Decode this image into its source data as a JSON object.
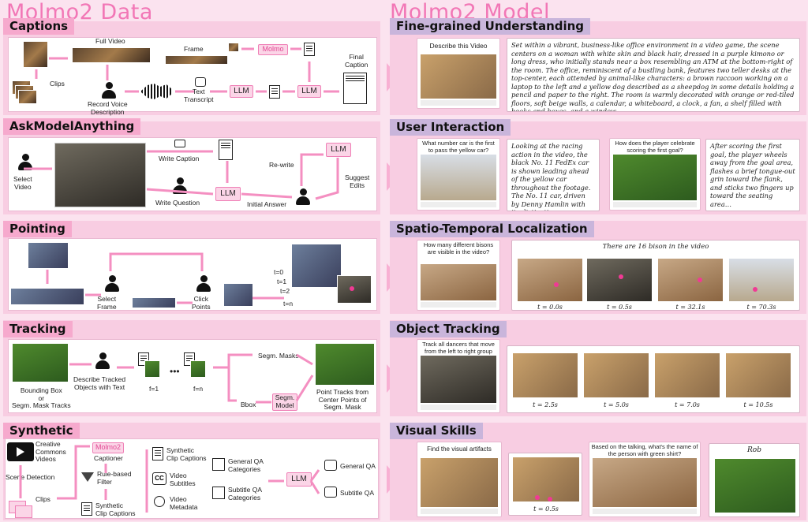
{
  "left_title": "Molmo2 Data",
  "right_title": "Molmo2 Model",
  "captions": {
    "title": "Captions",
    "full_video": "Full Video",
    "frame": "Frame",
    "molmo": "Molmo",
    "clips": "Clips",
    "record": "Record Voice\nDescription",
    "text_transcript": "Text\nTranscript",
    "llm": "LLM",
    "final_caption": "Final\nCaption"
  },
  "askmodel": {
    "title": "AskModelAnything",
    "select_video": "Select\nVideo",
    "write_caption": "Write Caption",
    "write_question": "Write Question",
    "llm": "LLM",
    "rewrite": "Re-write",
    "llm2": "LLM",
    "initial_answer": "Initial Answer",
    "suggest_edits": "Suggest\nEdits"
  },
  "pointing": {
    "title": "Pointing",
    "select_frame": "Select\nFrame",
    "click_points": "Click\nPoints",
    "t0": "t=0",
    "t1": "t=1",
    "t2": "t=2",
    "tn": "t=n"
  },
  "tracking": {
    "title": "Tracking",
    "bbox": "Bounding Box\nor\nSegm. Mask Tracks",
    "describe": "Describe Tracked\nObjects with Text",
    "f1": "f=1",
    "fn": "f=n",
    "dots": "•••",
    "segm_masks": "Segm. Masks",
    "bbox2": "Bbox",
    "segm_model": "Segm.\nModel",
    "point_tracks": "Point Tracks from\nCenter Points of\nSegm. Mask"
  },
  "synthetic": {
    "title": "Synthetic",
    "cc_videos": "Creative\nCommons\nVideos",
    "scene_detection": "Scene Detection",
    "clips": "Clips",
    "molmo2": "Molmo2",
    "captioner": "Captioner",
    "rule_filter": "Rule-based\nFilter",
    "synth_clip_captions": "Synthetic\nClip Captions",
    "synth_clip_captions2": "Synthetic\nClip Captions",
    "video_subtitles": "Video\nSubtitles",
    "video_metadata": "Video\nMetadata",
    "general_qa_cat": "General QA\nCategories",
    "subtitle_qa_cat": "Subtitle QA\nCategories",
    "llm": "LLM",
    "general_qa": "General QA",
    "subtitle_qa": "Subtitle QA",
    "icon_cc": "CC"
  },
  "fine": {
    "title": "Fine-grained Understanding",
    "prompt": "Describe this Video",
    "answer": "Set within a vibrant, business-like office environment in a video game, the scene centers on a woman with white skin and black hair, dressed in a purple kimono or long dress, who initially stands near a box resembling an ATM at the bottom-right of the room. The office, reminiscent of a bustling bank, features two teller desks at the top-center, each attended by animal-like characters: a brown raccoon working on a laptop to the left and a yellow dog described as a sheepdog in some details holding a pencil and paper to the right. The room is warmly decorated with orange or red-tiled floors, soft beige walls, a calendar, a whiteboard, a clock, a fan, a shelf filled with books and boxes, and a window…"
  },
  "user": {
    "title": "User Interaction",
    "q1": "What number car is the first to pass the yellow car?",
    "a1": "Looking at the racing action in the video, the black No. 11 FedEx car is shown leading ahead of the yellow car throughout the footage. The No. 11 car, driven by Denny Hamlin with its distinctive …",
    "q2": "How does the player celebrate scoring the first goal?",
    "a2": "After scoring the first goal, the player wheels away from the goal area, flashes a brief tongue-out grin toward the flank, and sticks two fingers up toward the seating area…"
  },
  "spatio": {
    "title": "Spatio-Temporal Localization",
    "q": "How many different bisons are visible in the video?",
    "answer": "There are 16 bison in the video",
    "times": [
      "t = 0.0s",
      "t = 0.5s",
      "t = 32.1s",
      "t = 70.3s"
    ]
  },
  "object": {
    "title": "Object Tracking",
    "q": "Track all dancers that move from the left to right group",
    "times": [
      "t = 2.5s",
      "t = 5.0s",
      "t = 7.0s",
      "t = 10.5s"
    ]
  },
  "visual": {
    "title": "Visual Skills",
    "q1": "Find the visual artifacts",
    "t1": "t = 0.5s",
    "q2": "Based on the talking, what's the name of the person with green shirt?",
    "a2": "Rob"
  },
  "colors": {
    "pink_title": "#f277b6",
    "left_header": "#f6a9cd",
    "right_header": "#c9b5db",
    "accent": "#ef7fb6"
  }
}
